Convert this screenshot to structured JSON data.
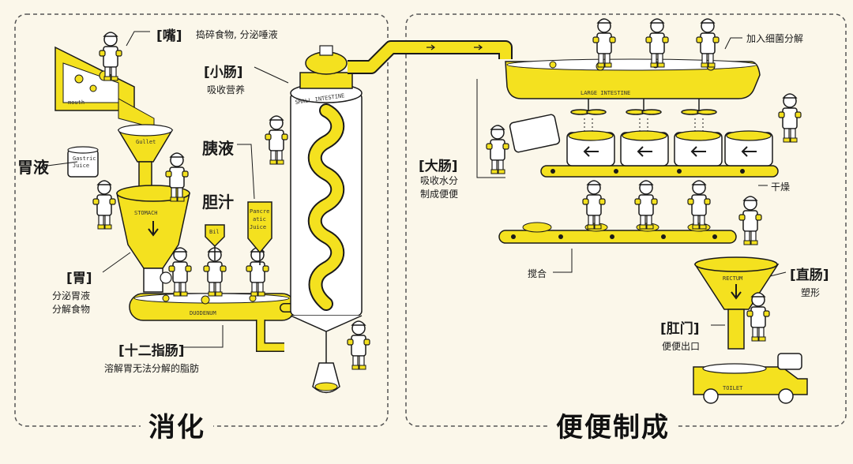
{
  "sections": {
    "digestion": "消化",
    "stool_making": "便便制成"
  },
  "mouth": {
    "title": "[嘴]",
    "desc": "捣碎食物, 分泌唾液",
    "tag": "mouth"
  },
  "gastric_juice": {
    "title": "胃液",
    "can": [
      "Gastric",
      "Juice"
    ]
  },
  "stomach": {
    "title": "[胃]",
    "desc1": "分泌胃液",
    "desc2": "分解食物",
    "tag": "STOMACH"
  },
  "gullet": {
    "tag": "Gullet"
  },
  "small_intestine": {
    "title": "[小肠]",
    "desc": "吸收营养",
    "tag": "SMALL INTESTINE"
  },
  "pancreatic_juice": {
    "title": "胰液",
    "can": [
      "Pancre",
      "atic",
      "Juice"
    ]
  },
  "bile": {
    "title": "胆汁",
    "can": "Bil"
  },
  "duodenum": {
    "title": "[十二指肠]",
    "desc": "溶解胃无法分解的脂肪",
    "tag": "DUODENUM"
  },
  "large_intestine": {
    "title": "[大肠]",
    "desc1": "吸收水分",
    "desc2": "制成便便",
    "tag": "LARGE INTESTINE"
  },
  "bacteria": {
    "label": "加入细菌分解"
  },
  "drying": {
    "label": "干燥"
  },
  "mixing": {
    "label": "搅合"
  },
  "rectum": {
    "title": "[直肠]",
    "desc": "塑形",
    "tag": "RECTUM"
  },
  "anus": {
    "title": "[肛门]",
    "desc": "便便出口"
  },
  "toilet": {
    "tag": "TOILET"
  },
  "colors": {
    "yellow": "#f4e11f",
    "ink": "#1a1a1a",
    "paper": "#fbf7ea"
  }
}
